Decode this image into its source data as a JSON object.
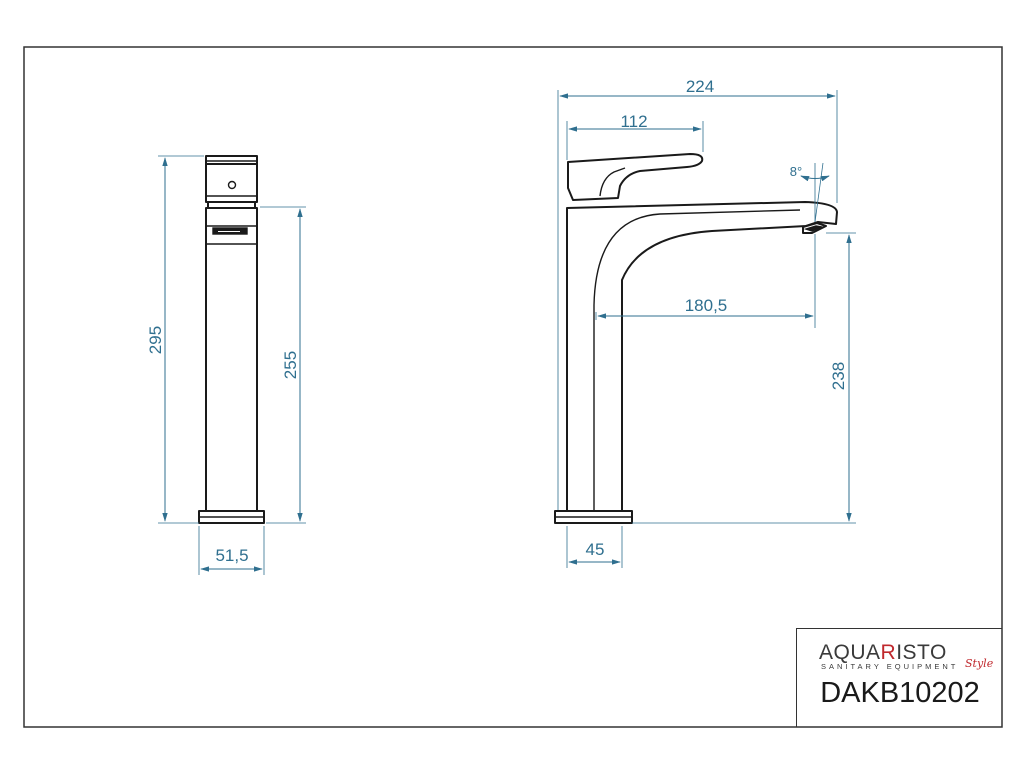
{
  "brand": {
    "name_prefix": "AQUA",
    "name_accent": "R",
    "name_suffix": "ISTO",
    "tagline": "SANITARY EQUIPMENT",
    "script": "Style"
  },
  "model_code": "DAKB10202",
  "side_view": {
    "height_total": "295",
    "height_body": "255",
    "width_base": "51,5"
  },
  "front_view": {
    "depth_total": "224",
    "handle_reach": "112",
    "spout_reach": "180,5",
    "spout_height": "238",
    "base_width": "45",
    "spout_angle": "8°"
  },
  "colors": {
    "dimension": "#2f6f8f",
    "outline": "#1a1a1a",
    "brand_accent": "#c0282d"
  }
}
